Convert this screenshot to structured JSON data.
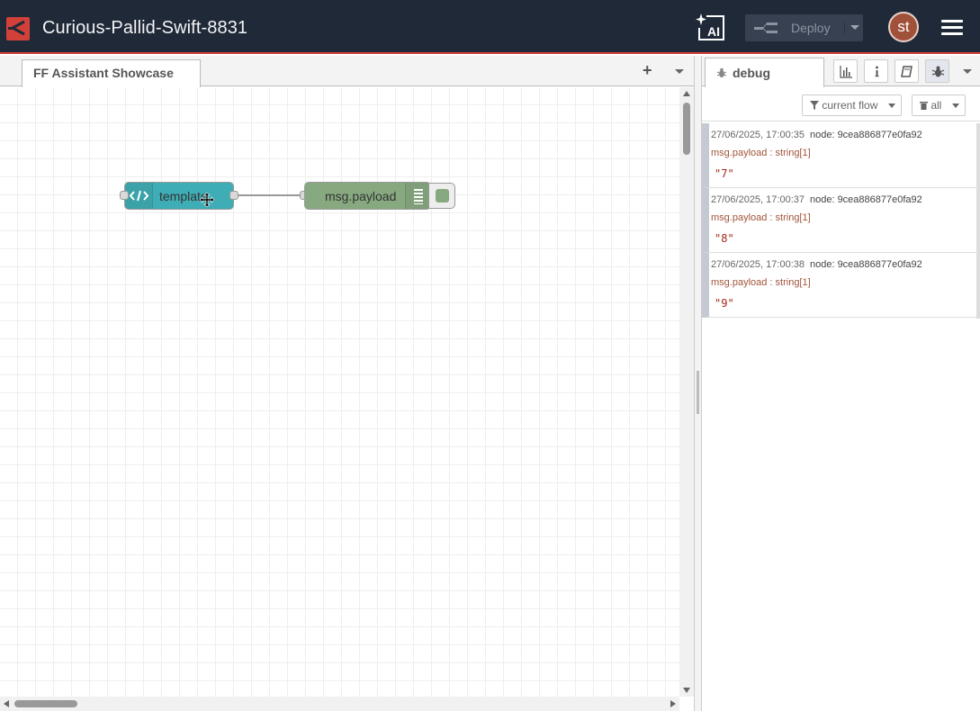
{
  "header": {
    "title": "Curious-Pallid-Swift-8831",
    "ai_label": "AI",
    "deploy_label": "Deploy",
    "avatar_initials": "st"
  },
  "workspace": {
    "flow_tab": "FF Assistant Showcase",
    "add_tab": "+",
    "nodes": {
      "template": {
        "label": "template",
        "color": "#3fadb5"
      },
      "debug": {
        "label": "msg.payload",
        "color": "#87a980"
      }
    }
  },
  "sidebar": {
    "active_tab": "debug",
    "filter_flow": "current flow",
    "clear_label": "all",
    "messages": [
      {
        "time": "27/06/2025, 17:00:35",
        "node": "node: 9cea886877e0fa92",
        "topic": "msg.payload : string[1]",
        "value": "\"7\""
      },
      {
        "time": "27/06/2025, 17:00:37",
        "node": "node: 9cea886877e0fa92",
        "topic": "msg.payload : string[1]",
        "value": "\"8\""
      },
      {
        "time": "27/06/2025, 17:00:38",
        "node": "node: 9cea886877e0fa92",
        "topic": "msg.payload : string[1]",
        "value": "\"9\""
      }
    ]
  },
  "colors": {
    "header_bg": "#1f2937",
    "accent_red": "#d2403a",
    "template_node": "#3fadb5",
    "debug_node": "#87a980"
  }
}
